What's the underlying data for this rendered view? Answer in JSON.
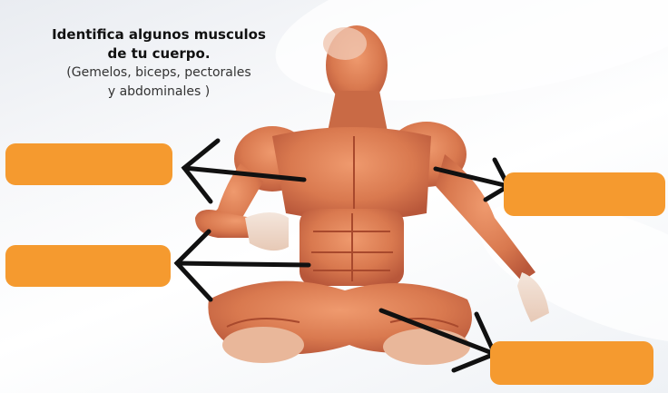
{
  "instructions": {
    "line1": "Identifica algunos musculos",
    "line2": "de tu cuerpo.",
    "line3": "(Gemelos, biceps, pectorales",
    "line4": "y abdominales )"
  },
  "answer_boxes": [
    {
      "value": ""
    },
    {
      "value": ""
    },
    {
      "value": ""
    },
    {
      "value": ""
    }
  ],
  "colors": {
    "box": "#f59a2f",
    "muscle": "#d9794f",
    "arrow": "#111111"
  }
}
